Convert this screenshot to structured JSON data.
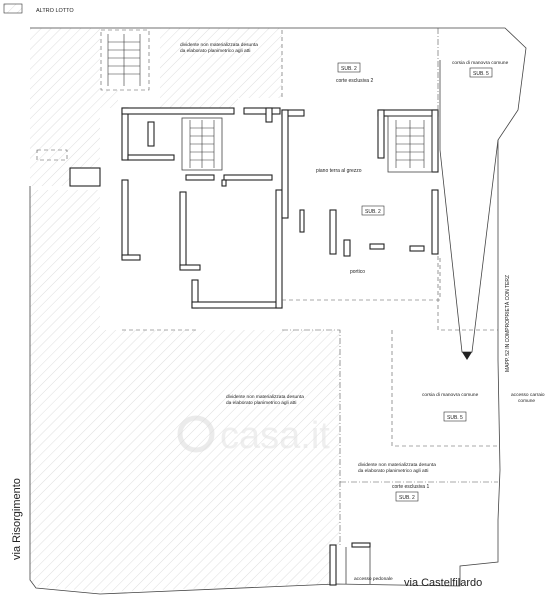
{
  "legend": {
    "swatch_label": "ALTRO LOTTO"
  },
  "labels": {
    "divider_top": [
      "dividente non materializzata desunta",
      "da elaborato planimetrico agli atti"
    ],
    "sub2_top_tag": "SUB. 2",
    "corte_esclusiva_2": "corte esclusiva 2",
    "corsia_manovra_top": "corsia di manovra comune",
    "sub5_top_tag": "SUB. 5",
    "piano_terra": "piano terra al grezzo",
    "sub2_mid_tag": "SUB. 2",
    "portico": "portico",
    "mapp_vertical": "MAPP. 52 IN COMPROPRIETÀ CON TERZ",
    "divider_mid": [
      "dividente non materializzata desunta",
      "da elaborato planimetrico agli atti"
    ],
    "corsia_manovra_mid": "corsia di manovra comune",
    "sub5_mid_tag": "SUB. 5",
    "accesso_carraio": [
      "accesso carraio",
      "comune"
    ],
    "divider_low": [
      "dividente non materializzata desunta",
      "da elaborato planimetrico agli atti"
    ],
    "corte_esclusiva_1": "corte esclusiva 1",
    "sub2_low_tag": "SUB. 2",
    "accesso_pedonale": "accesso pedonale",
    "via_risorgimento": "via Risorgimento",
    "via_castelfilardo": "via Castelfilardo",
    "watermark": "casa.it"
  },
  "colors": {
    "line": "#222222",
    "hatch": "#c8c8c8",
    "watermark": "#e6e6e6"
  }
}
